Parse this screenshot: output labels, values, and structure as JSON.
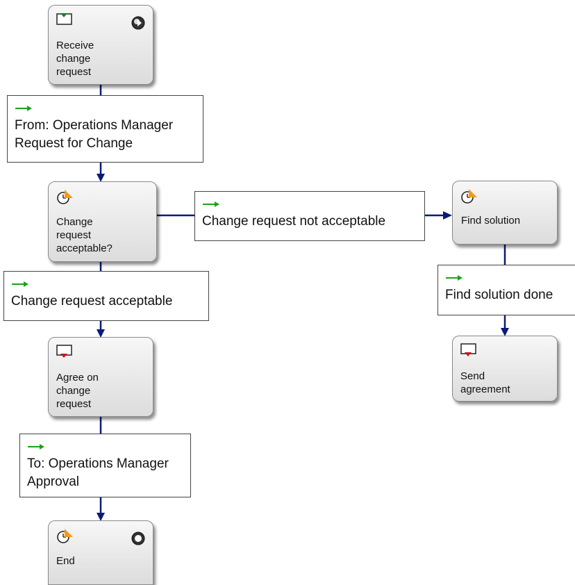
{
  "nodes": {
    "receive": {
      "label": "Receive\nchange\nrequest",
      "icon": "message-receive-icon",
      "marker": "start-event-icon"
    },
    "decision": {
      "label": "Change\nrequest\nacceptable?",
      "icon": "timer-task-icon"
    },
    "agree": {
      "label": "Agree on\nchange\nrequest",
      "icon": "message-send-icon"
    },
    "end": {
      "label": "End",
      "icon": "timer-task-icon",
      "marker": "end-event-icon"
    },
    "find": {
      "label": "Find solution",
      "icon": "timer-task-icon"
    },
    "send": {
      "label": "Send\nagreement",
      "icon": "message-send-icon"
    }
  },
  "transitions": {
    "from_ops": "From: Operations Manager\nRequest for Change",
    "not_acceptable": "Change request not acceptable",
    "acceptable": "Change request acceptable",
    "to_ops": "To: Operations Manager\nApproval",
    "find_done": "Find solution done"
  },
  "colors": {
    "connector": "#0a1a78",
    "transition_arrow": "#1aa21a",
    "receive_marker": "#1f7a2b",
    "send_marker": "#c21b1b",
    "clock_flag": "#f39a1d"
  }
}
